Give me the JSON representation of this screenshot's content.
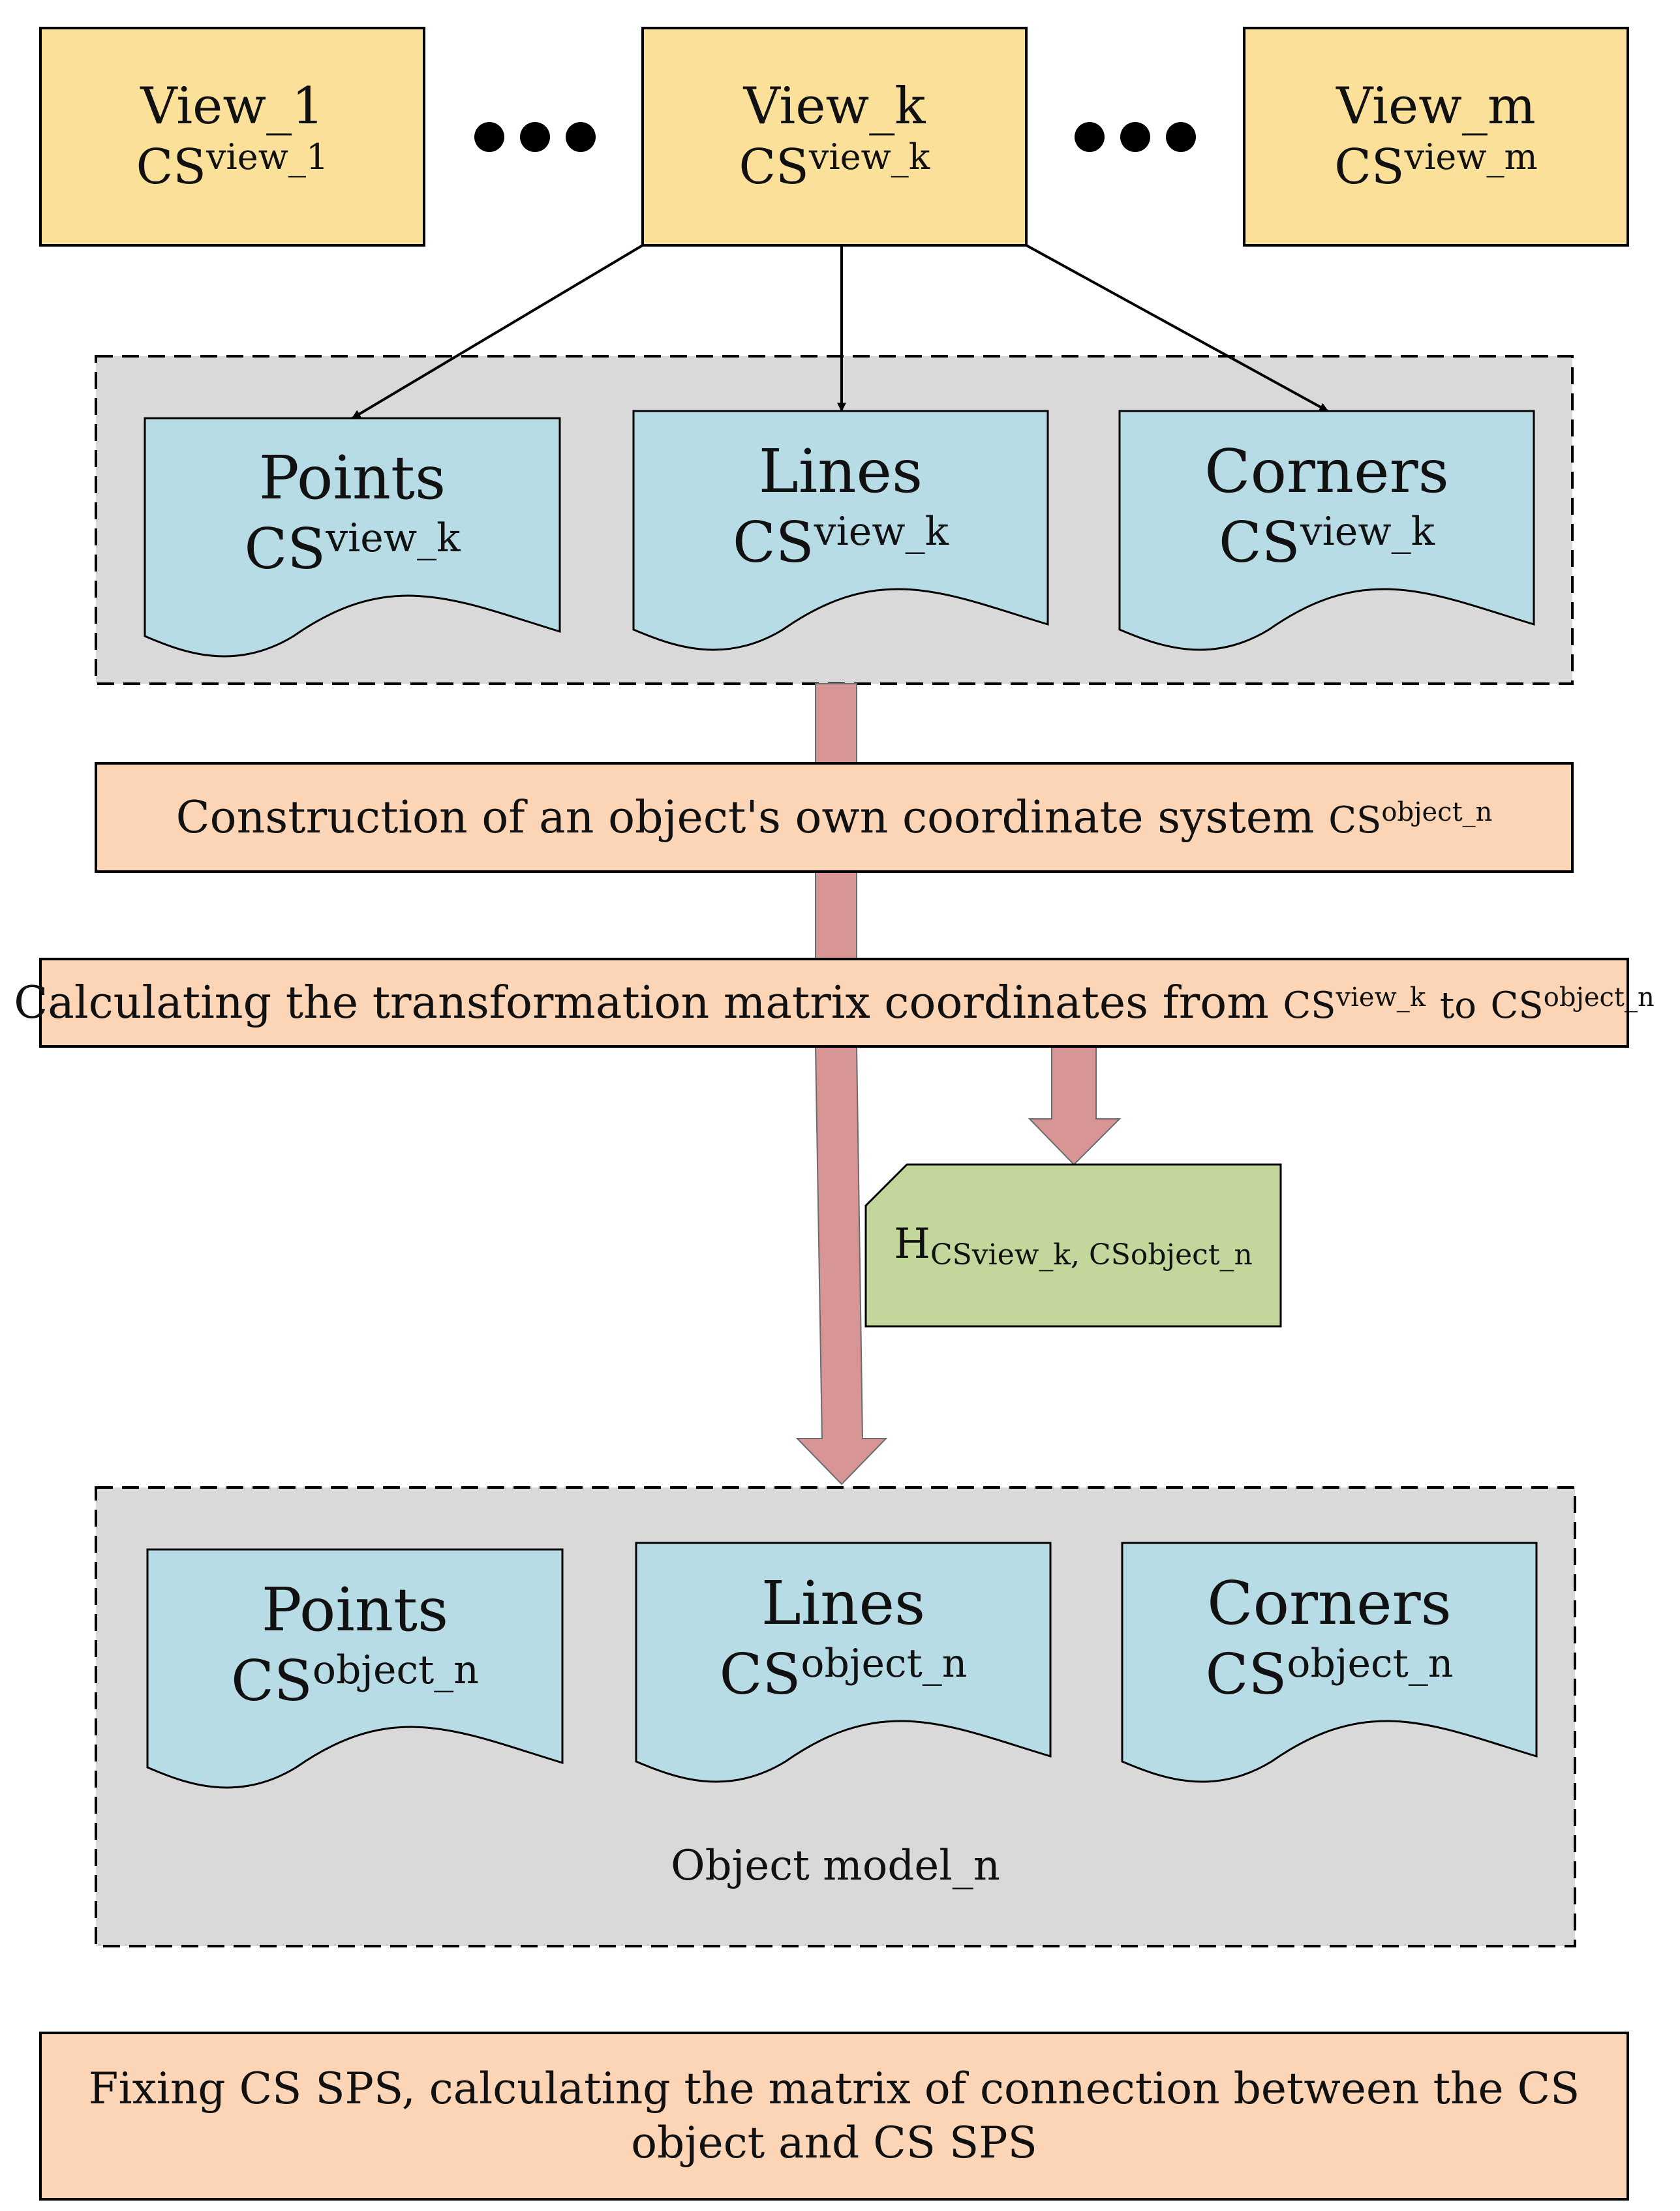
{
  "views": [
    {
      "title": "View_1",
      "cs": "CS",
      "cs_sub": "view_1"
    },
    {
      "title": "View_k",
      "cs": "CS",
      "cs_sub": "view_k"
    },
    {
      "title": "View_m",
      "cs": "CS",
      "cs_sub": "view_m"
    }
  ],
  "top_group": {
    "items": [
      {
        "title": "Points",
        "cs": "CS",
        "cs_sub": "view_k"
      },
      {
        "title": "Lines",
        "cs": "CS",
        "cs_sub": "view_k"
      },
      {
        "title": "Corners",
        "cs": "CS",
        "cs_sub": "view_k"
      }
    ]
  },
  "step1": {
    "text": "Construction of an object's own coordinate system",
    "cs": "CS",
    "cs_sub": "object_n"
  },
  "step2": {
    "text": "Calculating the transformation matrix coordinates from",
    "cs1": "CS",
    "cs1_sub": "view_k",
    "mid": "to",
    "cs2": "CS",
    "cs2_sub": "object_n"
  },
  "matrix_note": {
    "h": "H",
    "sub": "CSview_k, CSobject_n"
  },
  "bottom_group": {
    "items": [
      {
        "title": "Points",
        "cs": "CS",
        "cs_sub": "object_n"
      },
      {
        "title": "Lines",
        "cs": "CS",
        "cs_sub": "object_n"
      },
      {
        "title": "Corners",
        "cs": "CS",
        "cs_sub": "object_n"
      }
    ],
    "caption": "Object model_n"
  },
  "final": {
    "text": "Fixing CS SPS, calculating the matrix of connection between the CS object and CS SPS"
  },
  "colors": {
    "view_fill": "#fbe09a",
    "doc_fill": "#b7dce6",
    "group_fill": "#d9d9d9",
    "step_fill": "#fbd5b5",
    "arrow_fill": "#d79595",
    "note_fill": "#c3d69b"
  }
}
